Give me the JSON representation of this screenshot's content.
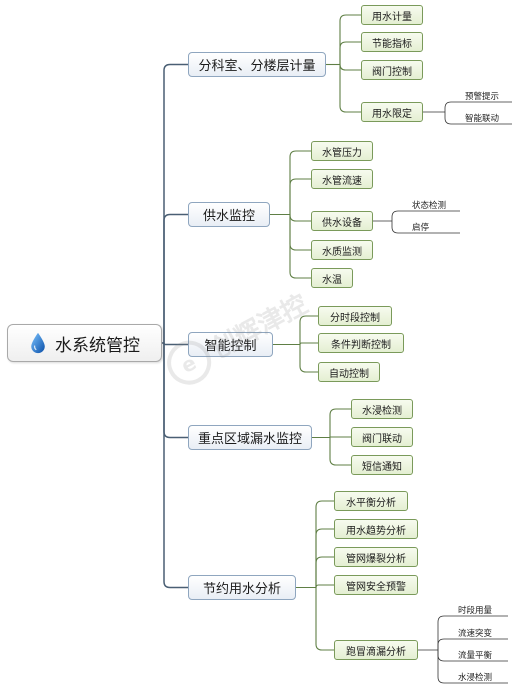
{
  "root": {
    "label": "水系统管控",
    "icon": "water-drop-icon"
  },
  "watermark": "创辉津控",
  "branches": [
    {
      "label": "分科室、分楼层计量",
      "children": [
        {
          "label": "用水计量"
        },
        {
          "label": "节能指标"
        },
        {
          "label": "阀门控制"
        },
        {
          "label": "用水限定",
          "children": [
            "预警提示",
            "智能联动"
          ]
        }
      ]
    },
    {
      "label": "供水监控",
      "children": [
        {
          "label": "水管压力"
        },
        {
          "label": "水管流速"
        },
        {
          "label": "供水设备",
          "children": [
            "状态检测",
            "启停"
          ]
        },
        {
          "label": "水质监测"
        },
        {
          "label": "水温"
        }
      ]
    },
    {
      "label": "智能控制",
      "children": [
        {
          "label": "分时段控制"
        },
        {
          "label": "条件判断控制"
        },
        {
          "label": "自动控制"
        }
      ]
    },
    {
      "label": "重点区域漏水监控",
      "children": [
        {
          "label": "水浸检测"
        },
        {
          "label": "阀门联动"
        },
        {
          "label": "短信通知"
        }
      ]
    },
    {
      "label": "节约用水分析",
      "children": [
        {
          "label": "水平衡分析"
        },
        {
          "label": "用水趋势分析"
        },
        {
          "label": "管网爆裂分析"
        },
        {
          "label": "管网安全预警"
        },
        {
          "label": "跑冒滴漏分析",
          "children": [
            "时段用量",
            "流速突变",
            "流量平衡",
            "水浸检测"
          ]
        }
      ]
    }
  ]
}
